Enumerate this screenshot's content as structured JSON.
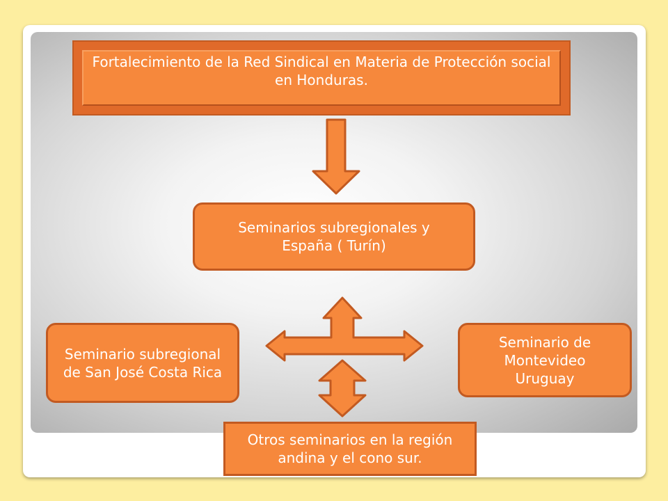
{
  "diagram": {
    "title_box": "Fortalecimiento de la Red Sindical en Materia de Protección social en Honduras.",
    "center_box": "Seminarios subregionales y España ( Turín)",
    "left_box": "Seminario subregional de San José Costa Rica",
    "right_box": "Seminario de Montevideo Uruguay",
    "bottom_box": "Otros seminarios en la región andina y el cono sur."
  },
  "colors": {
    "background": "#fdeea0",
    "box_fill": "#f6883c",
    "box_border": "#c25a21",
    "text": "#ffffff"
  },
  "icons": [
    "arrow-down-icon",
    "four-way-arrow-icon",
    "double-arrow-vertical-icon"
  ]
}
